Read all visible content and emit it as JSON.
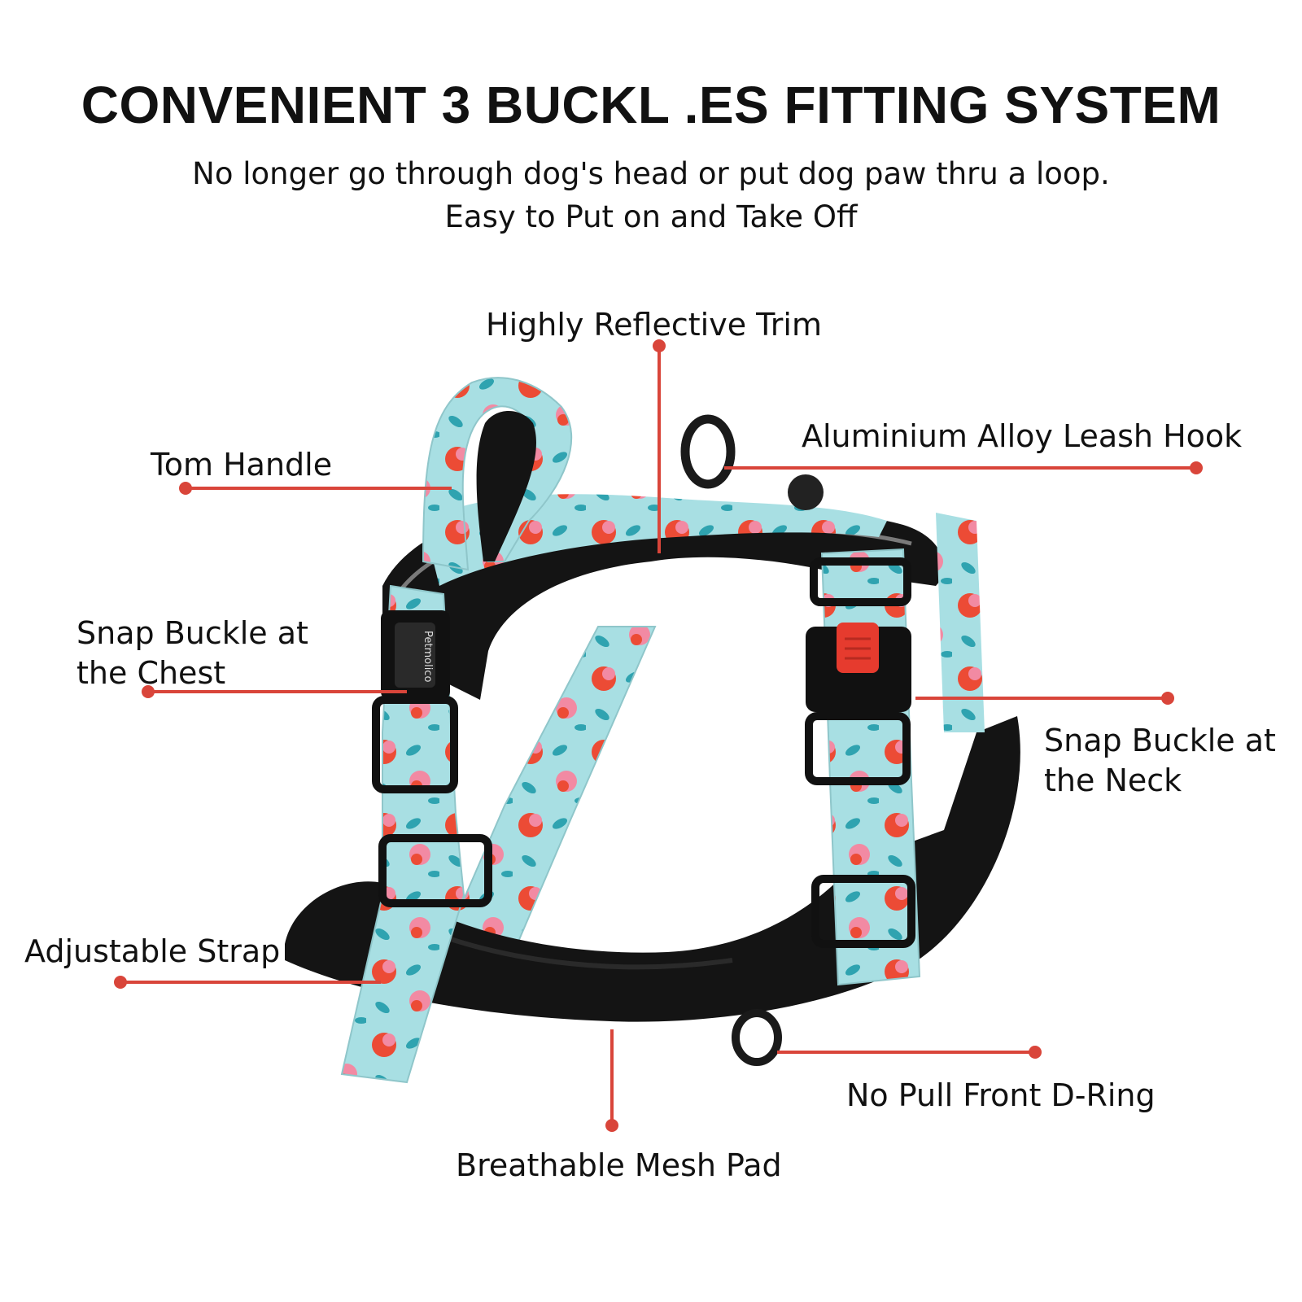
{
  "header": {
    "title": "CONVENIENT 3 BUCKL .ES FITTING SYSTEM",
    "subtitle_line1": "No longer go through dog's head or put dog paw thru a loop.",
    "subtitle_line2": "Easy to Put on and Take Off"
  },
  "product": {
    "brand_mark": "Petmolico"
  },
  "colors": {
    "callout_line": "#d9453a",
    "strap_base": "#a8dfe3",
    "floral_red": "#ec4b35",
    "floral_pink": "#f28aa3",
    "floral_teal": "#2fa3b0",
    "padding_black": "#141414",
    "buckle_red": "#e63b2e"
  },
  "callouts": {
    "reflective_trim": "Highly Reflective Trim",
    "leash_hook": "Aluminium Alloy Leash Hook",
    "handle": "Tom Handle",
    "chest_buckle_line1": "Snap Buckle at",
    "chest_buckle_line2": "the Chest",
    "neck_buckle_line1": "Snap Buckle at",
    "neck_buckle_line2": "the Neck",
    "adjustable_strap": "Adjustable Strap",
    "front_d_ring": "No Pull Front D-Ring",
    "mesh_pad": "Breathable Mesh Pad"
  }
}
